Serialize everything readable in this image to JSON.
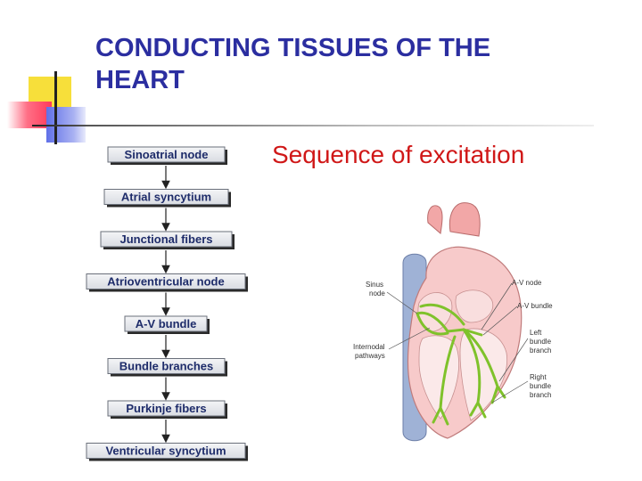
{
  "title": "CONDUCTING TISSUES OF THE\nHEART",
  "subtitle": "Sequence of excitation",
  "flowchart": {
    "steps": [
      "Sinoatrial node",
      "Atrial syncytium",
      "Junctional fibers",
      "Atrioventricular node",
      "A-V bundle",
      "Bundle branches",
      "Purkinje fibers",
      "Ventricular syncytium"
    ]
  },
  "heart_labels": {
    "sinus_node": "Sinus\nnode",
    "internodal": "Internodal\npathways",
    "av_node": "A-V node",
    "av_bundle": "A-V bundle",
    "left_branch": "Left\nbundle\nbranch",
    "right_branch": "Right\nbundle\nbranch"
  },
  "colors": {
    "title": "#2b2ea0",
    "subtitle": "#d01818",
    "conduction": "#7fc22b"
  }
}
